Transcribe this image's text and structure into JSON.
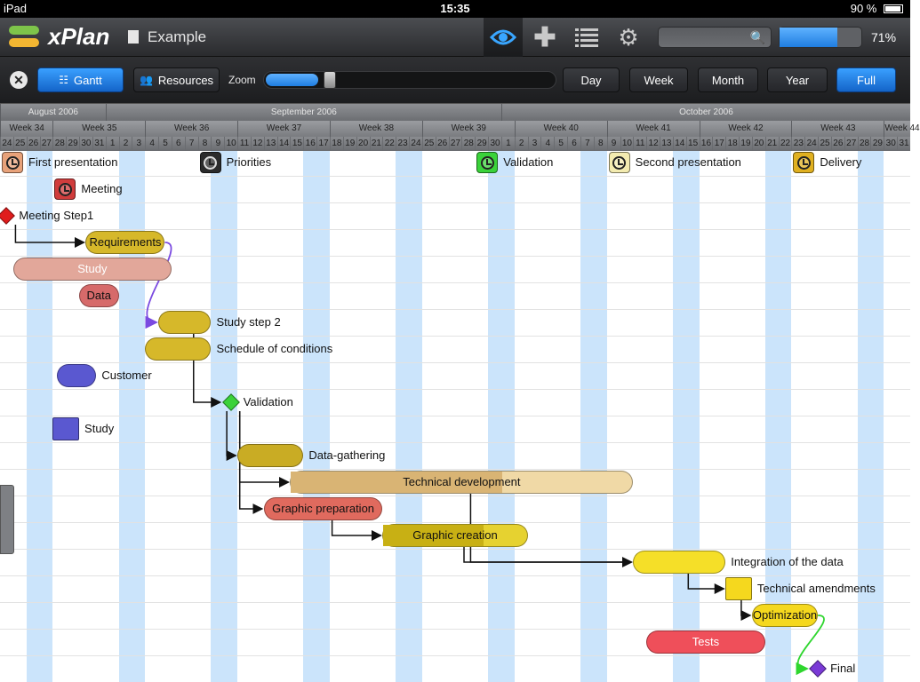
{
  "status_bar": {
    "device": "iPad",
    "time": "15:35",
    "battery": "90 %"
  },
  "app": {
    "name": "xPlan",
    "document": "Example"
  },
  "toolbar": {
    "icons": [
      "eye-icon",
      "plus-icon",
      "list-icon",
      "gear-icon",
      "search-icon"
    ],
    "progress": {
      "value": 0.71,
      "label": "71%"
    },
    "accent": "#1f7de0"
  },
  "subbar": {
    "views": [
      {
        "label": "Gantt",
        "icon": "gantt-icon",
        "active": true
      },
      {
        "label": "Resources",
        "icon": "people-icon",
        "active": false
      }
    ],
    "zoom_label": "Zoom",
    "zoom_value": 0.12,
    "scales": [
      {
        "label": "Day",
        "active": false
      },
      {
        "label": "Week",
        "active": false
      },
      {
        "label": "Month",
        "active": false
      },
      {
        "label": "Year",
        "active": false
      },
      {
        "label": "Full",
        "active": true
      }
    ]
  },
  "timeline": {
    "months": [
      "August 2006",
      "September 2006",
      "October 2006"
    ],
    "weeks": [
      "Week 34",
      "Week 35",
      "Week 36",
      "Week 37",
      "Week 38",
      "Week 39",
      "Week 40",
      "Week 41",
      "Week 42",
      "Week 43",
      "Week 44"
    ],
    "days": [
      "24",
      "25",
      "26",
      "27",
      "28",
      "29",
      "30",
      "31",
      "1",
      "2",
      "3",
      "4",
      "5",
      "6",
      "7",
      "8",
      "9",
      "10",
      "11",
      "12",
      "13",
      "14",
      "15",
      "16",
      "17",
      "18",
      "19",
      "20",
      "21",
      "22",
      "23",
      "24",
      "25",
      "26",
      "27",
      "28",
      "29",
      "30",
      "1",
      "2",
      "3",
      "4",
      "5",
      "6",
      "7",
      "8",
      "9",
      "10",
      "11",
      "12",
      "13",
      "14",
      "15",
      "16",
      "17",
      "18",
      "19",
      "20",
      "21",
      "22",
      "23",
      "24",
      "25",
      "26",
      "27",
      "28",
      "29",
      "30",
      "31"
    ]
  },
  "tasks": [
    {
      "id": "first-presentation",
      "label": "First presentation",
      "kind": "milestone-clock",
      "color": "#e8a27a",
      "start": 0,
      "end": 0,
      "row": 0
    },
    {
      "id": "priorities",
      "label": "Priorities",
      "kind": "milestone-clock",
      "color": "#2b2b2b",
      "start": 15,
      "end": 15,
      "row": 0
    },
    {
      "id": "validation-top",
      "label": "Validation",
      "kind": "milestone-clock",
      "color": "#3ad23a",
      "start": 36,
      "end": 36,
      "row": 0
    },
    {
      "id": "second-presentation",
      "label": "Second presentation",
      "kind": "milestone-clock",
      "color": "#f3ebb0",
      "start": 46,
      "end": 46,
      "row": 0
    },
    {
      "id": "delivery",
      "label": "Delivery",
      "kind": "milestone-clock",
      "color": "#e0b020",
      "start": 60,
      "end": 60,
      "row": 0
    },
    {
      "id": "meeting",
      "label": "Meeting",
      "kind": "milestone-clock",
      "color": "#d03c3c",
      "start": 4,
      "end": 4,
      "row": 1
    },
    {
      "id": "meeting-step1",
      "label": "Meeting Step1",
      "kind": "diamond",
      "color": "#e01c1c",
      "start": 0.5,
      "end": 0.5,
      "row": 2
    },
    {
      "id": "requirements",
      "label": "Requirements",
      "kind": "bar",
      "color": "#d6b82a",
      "start": 6.5,
      "end": 12.5,
      "row": 3,
      "label_inside": true
    },
    {
      "id": "study-bar",
      "label": "Study",
      "kind": "bar",
      "color": "#e2a79a",
      "start": 1,
      "end": 13,
      "row": 4,
      "label_inside": true,
      "text_color": "#ffffff"
    },
    {
      "id": "data",
      "label": "Data",
      "kind": "bar",
      "color": "#d66a6a",
      "start": 6,
      "end": 9,
      "row": 5,
      "label_inside": true
    },
    {
      "id": "study-step-2",
      "label": "Study step 2",
      "kind": "bar",
      "color": "#d6b82a",
      "start": 12,
      "end": 16,
      "row": 6
    },
    {
      "id": "schedule",
      "label": "Schedule of conditions",
      "kind": "bar",
      "color": "#d6b82a",
      "start": 11,
      "end": 16,
      "row": 7
    },
    {
      "id": "customer",
      "label": "Customer",
      "kind": "bar",
      "color": "#5a58d0",
      "start": 4.3,
      "end": 7.3,
      "row": 8
    },
    {
      "id": "validation",
      "label": "Validation",
      "kind": "diamond",
      "color": "#3ad23a",
      "start": 17.5,
      "end": 17.5,
      "row": 9
    },
    {
      "id": "study-square",
      "label": "Study",
      "kind": "square",
      "color": "#5a58d0",
      "start": 4,
      "end": 6,
      "row": 10
    },
    {
      "id": "data-gathering",
      "label": "Data-gathering",
      "kind": "bar",
      "color": "#c9ac24",
      "start": 18,
      "end": 23,
      "row": 11
    },
    {
      "id": "technical-development",
      "label": "Technical development",
      "kind": "bar",
      "color": "#f0d9a6",
      "progress": 0.62,
      "progress_color": "#d9b474",
      "start": 22,
      "end": 48,
      "row": 12,
      "label_inside": true
    },
    {
      "id": "graphic-preparation",
      "label": "Graphic preparation",
      "kind": "bar",
      "color": "#e06a5e",
      "start": 20,
      "end": 29,
      "row": 13,
      "label_inside": true
    },
    {
      "id": "graphic-creation",
      "label": "Graphic creation",
      "kind": "bar",
      "color": "#e6d230",
      "progress": 0.7,
      "progress_color": "#c8b014",
      "start": 29,
      "end": 40,
      "row": 14,
      "label_inside": true
    },
    {
      "id": "integration",
      "label": "Integration of the data",
      "kind": "bar",
      "color": "#f5df28",
      "start": 48,
      "end": 55,
      "row": 15
    },
    {
      "id": "technical-amendments",
      "label": "Technical amendments",
      "kind": "square",
      "color": "#f5d81e",
      "start": 55,
      "end": 57,
      "row": 16
    },
    {
      "id": "optimization",
      "label": "Optimization",
      "kind": "bar",
      "color": "#f5d81e",
      "start": 57,
      "end": 62,
      "row": 17,
      "label_inside": true
    },
    {
      "id": "tests",
      "label": "Tests",
      "kind": "bar",
      "color": "#ef4f5a",
      "start": 49,
      "end": 58,
      "row": 18,
      "label_inside": true,
      "text_color": "#ffffff"
    },
    {
      "id": "final",
      "label": "Final",
      "kind": "diamond",
      "color": "#7a3ad6",
      "start": 62,
      "end": 62,
      "row": 19
    }
  ],
  "dependencies": [
    {
      "from": "meeting-step1",
      "to": "requirements",
      "color": "#111111"
    },
    {
      "from": "requirements",
      "to": "study-step-2",
      "color": "#7a4ae0"
    },
    {
      "from": "study-step-2",
      "to": "validation",
      "color": "#111111"
    },
    {
      "from": "validation",
      "to": "data-gathering",
      "color": "#111111"
    },
    {
      "from": "validation",
      "to": "technical-development",
      "color": "#111111"
    },
    {
      "from": "validation",
      "to": "graphic-preparation",
      "color": "#111111"
    },
    {
      "from": "graphic-preparation",
      "to": "graphic-creation",
      "color": "#111111"
    },
    {
      "from": "graphic-creation",
      "to": "integration",
      "color": "#111111"
    },
    {
      "from": "technical-development",
      "to": "integration",
      "color": "#111111"
    },
    {
      "from": "integration",
      "to": "technical-amendments",
      "color": "#111111"
    },
    {
      "from": "technical-amendments",
      "to": "optimization",
      "color": "#111111"
    },
    {
      "from": "optimization",
      "to": "final",
      "color": "#2ed62e"
    }
  ]
}
